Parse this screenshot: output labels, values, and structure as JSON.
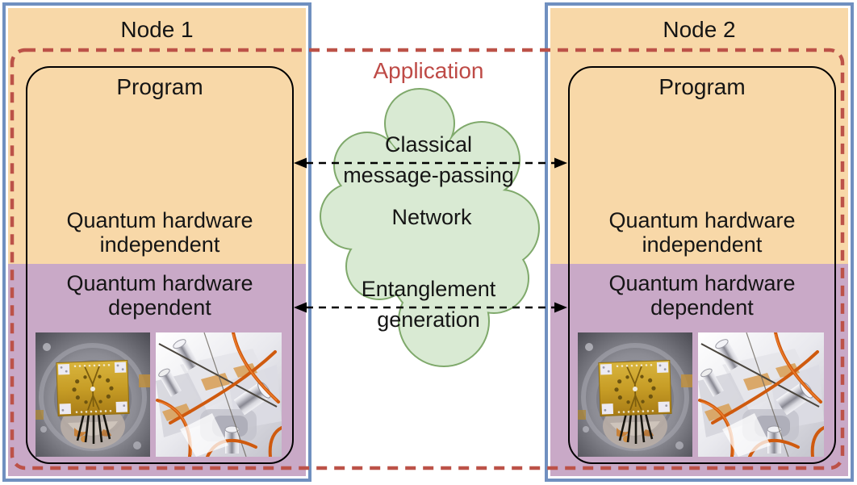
{
  "figure": {
    "application_label": "Application",
    "cloud": {
      "classical_label": "Classical\nmessage-passing",
      "network_label": "Network",
      "entanglement_label": "Entanglement\ngeneration"
    },
    "nodes": [
      {
        "title": "Node 1",
        "program_label": "Program",
        "hardware_independent_label": "Quantum hardware\nindependent",
        "hardware_dependent_label": "Quantum hardware\ndependent"
      },
      {
        "title": "Node 2",
        "program_label": "Program",
        "hardware_independent_label": "Quantum hardware\nindependent",
        "hardware_dependent_label": "Quantum hardware\ndependent"
      }
    ],
    "images": [
      "ion-trap-chip-photo",
      "optical-assembly-photo"
    ],
    "colors": {
      "node_fill": "#F8D8A8",
      "node_border": "#7090C0",
      "hardware_dependent_fill": "#C9A9C7",
      "application_red": "#BE4A46",
      "application_border_red": "#BC5248",
      "cloud_fill": "#D9EAD3",
      "cloud_border": "#7FA96B",
      "arrow_color": "#000000"
    }
  }
}
